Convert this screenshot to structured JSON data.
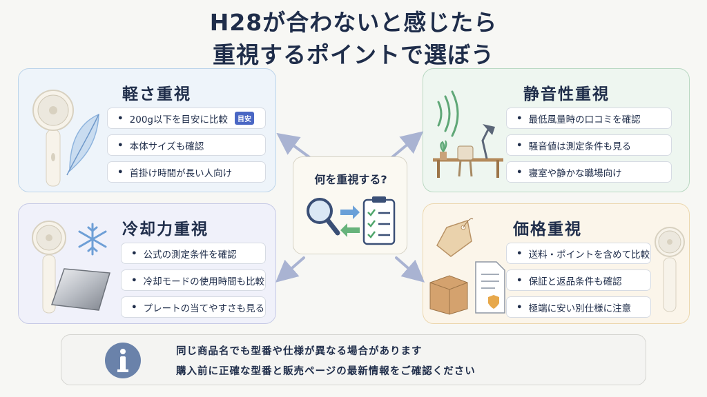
{
  "title": {
    "line1": "H28が合わないと感じたら",
    "line2": "重視するポイントで選ぼう"
  },
  "center": {
    "question": "何を重視する?"
  },
  "cards": {
    "light": {
      "title": "軽さ重視",
      "items": [
        "200g以下を目安に比較",
        "本体サイズも確認",
        "首掛け時間が長い人向け"
      ],
      "badge": "目安"
    },
    "cool": {
      "title": "冷却力重視",
      "items": [
        "公式の測定条件を確認",
        "冷却モードの使用時間も比較",
        "プレートの当てやすさも見る"
      ]
    },
    "quiet": {
      "title": "静音性重視",
      "items": [
        "最低風量時の口コミを確認",
        "騒音値は測定条件も見る",
        "寝室や静かな職場向け"
      ]
    },
    "price": {
      "title": "価格重視",
      "items": [
        "送料・ポイントを含めて比較",
        "保証と返品条件も確認",
        "極端に安い別仕様に注意"
      ]
    }
  },
  "note": {
    "line1": "同じ商品名でも型番や仕様が異なる場合があります",
    "line2": "購入前に正確な型番と販売ページの最新情報をご確認ください"
  },
  "colors": {
    "accent": "#4a67c4",
    "navy": "#1f2d4a",
    "arrow": "#a9b3d2"
  }
}
